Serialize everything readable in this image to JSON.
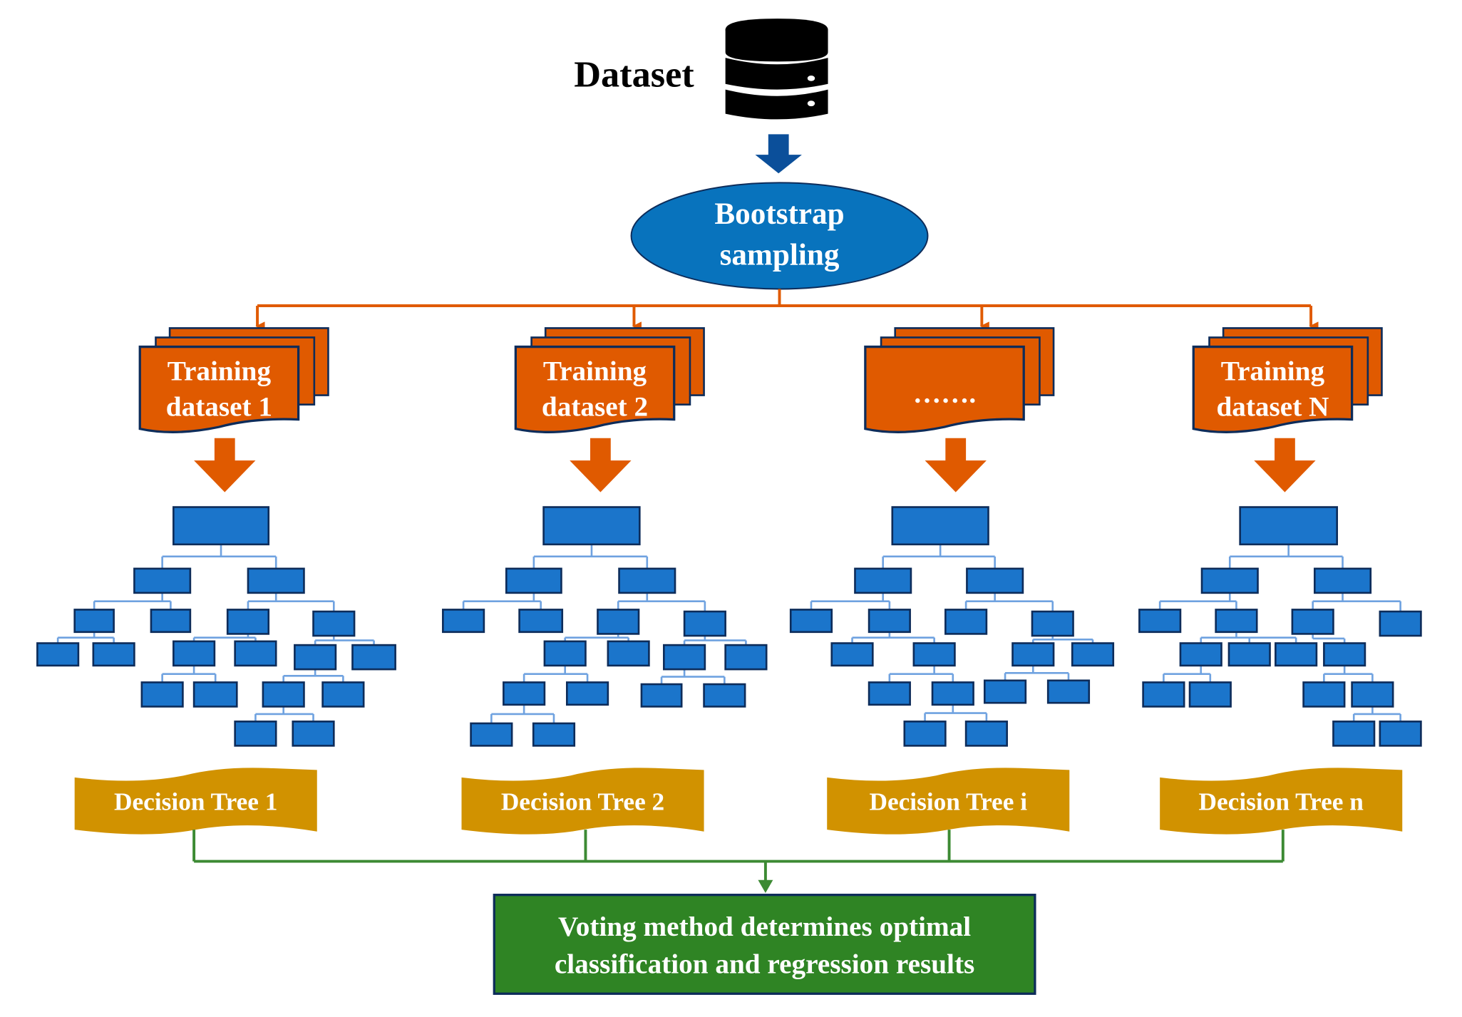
{
  "dataset": {
    "label": "Dataset",
    "icon": "database-icon"
  },
  "bootstrap": {
    "line1": "Bootstrap",
    "line2": "sampling"
  },
  "training_sets": [
    {
      "line1": "Training",
      "line2": "dataset 1"
    },
    {
      "line1": "Training",
      "line2": "dataset 2"
    },
    {
      "line1": "",
      "line2": "……."
    },
    {
      "line1": "Training",
      "line2": "dataset N"
    }
  ],
  "decision_trees": [
    {
      "label": "Decision Tree 1"
    },
    {
      "label": "Decision Tree 2"
    },
    {
      "label": "Decision Tree i"
    },
    {
      "label": "Decision Tree n"
    }
  ],
  "voting": {
    "line1": "Voting method determines optimal",
    "line2": "classification and regression results"
  },
  "colors": {
    "orange": "#e05a00",
    "blue_node": "#1b75cb",
    "node_border": "#0d2c5a",
    "connector": "#6fa2e0",
    "ellipse": "#0873bd",
    "dark_arrow": "#0b4f9a",
    "gold": "#d19200",
    "green": "#2f8424",
    "green_line": "#3c8a33"
  }
}
